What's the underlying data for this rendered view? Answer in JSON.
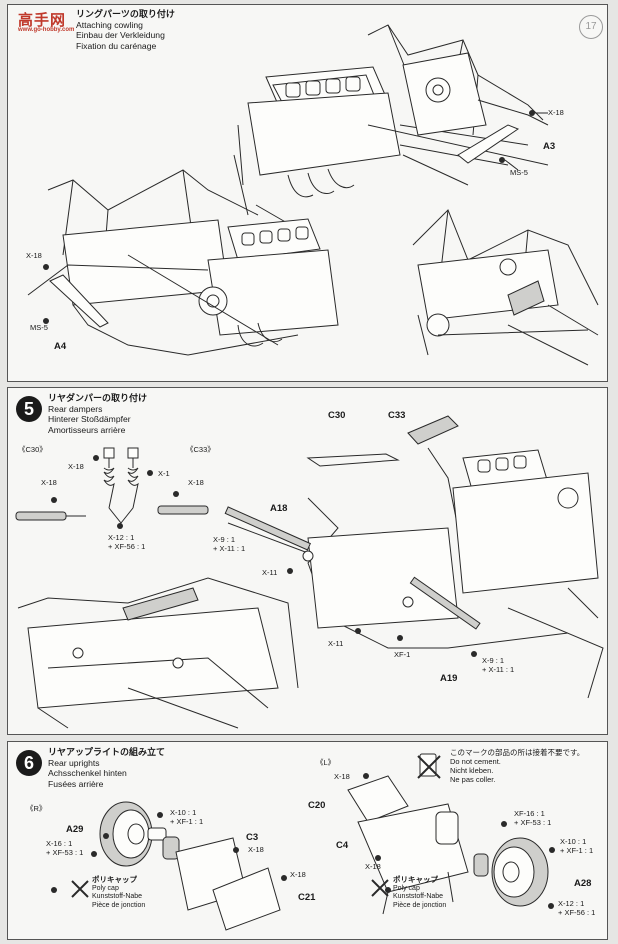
{
  "watermark": {
    "brand": "高手网",
    "domain": "www.go-hobby.com"
  },
  "step4": {
    "title_jp": "リングパーツの取り付け",
    "title_en": "Attaching cowling",
    "title_de": "Einbau der Verkleidung",
    "title_fr": "Fixation du carénage",
    "page_marker": "17",
    "labels": {
      "x18_a": "X-18",
      "a3": "A3",
      "ms5_a": "MS-5",
      "x18_b": "X-18",
      "ms5_b": "MS-5",
      "a4": "A4"
    }
  },
  "step5": {
    "number": "5",
    "title_jp": "リヤダンパーの取り付け",
    "title_en": "Rear dampers",
    "title_de": "Hinterer Stoßdämpfer",
    "title_fr": "Amortisseurs arrière",
    "labels": {
      "c30_group": "《C30》",
      "c33_group": "《C33》",
      "x18_1": "X-18",
      "x18_2": "X-18",
      "x1": "X-1",
      "x18_3": "X-18",
      "ratio_left_1": "X-12 : 1",
      "ratio_left_2": "+ XF-56 : 1",
      "c30": "C30",
      "c33": "C33",
      "a18": "A18",
      "ratio_mid_1": "X-9 : 1",
      "ratio_mid_2": "+ X-11 : 1",
      "x11_a": "X-11",
      "x11_b": "X-11",
      "xf1": "XF-1",
      "a19": "A19",
      "ratio_right_1": "X-9 : 1",
      "ratio_right_2": "+ X-11 : 1"
    }
  },
  "step6": {
    "number": "6",
    "title_jp": "リヤアップライトの組み立て",
    "title_en": "Rear uprights",
    "title_de": "Achsschenkel hinten",
    "title_fr": "Fusées arrière",
    "note_jp": "このマークの部品の所は接着不要です。",
    "note_en": "Do not cement.",
    "note_de": "Nicht kleben.",
    "note_fr": "Ne pas coller.",
    "side_left": "《R》",
    "side_right": "《L》",
    "labels": {
      "a29": "A29",
      "ratio_r1_a": "X-10 : 1",
      "ratio_r1_b": "+ XF-1 : 1",
      "ratio_r2_a": "X-16 : 1",
      "ratio_r2_b": "+ XF-53 : 1",
      "c3": "C3",
      "x18_r": "X-18",
      "x18_r2": "X-18",
      "c21": "C21",
      "x18_l1": "X-18",
      "c20": "C20",
      "c4": "C4",
      "x18_l2": "X-18",
      "ratio_l1_a": "XF-16 : 1",
      "ratio_l1_b": "+ XF-53 : 1",
      "ratio_l2_a": "X-10 : 1",
      "ratio_l2_b": "+ XF-1 : 1",
      "a28": "A28",
      "ratio_l3_a": "X-12 : 1",
      "ratio_l3_b": "+ XF-56 : 1"
    },
    "polycap_left": {
      "jp": "ポリキャップ",
      "en": "Poly cap",
      "de": "Kunststoff-Nabe",
      "fr": "Pièce de jonction"
    },
    "polycap_right": {
      "jp": "ポリキャップ",
      "en": "Poly cap",
      "de": "Kunststoff-Nabe",
      "fr": "Pièce de jonction"
    }
  }
}
